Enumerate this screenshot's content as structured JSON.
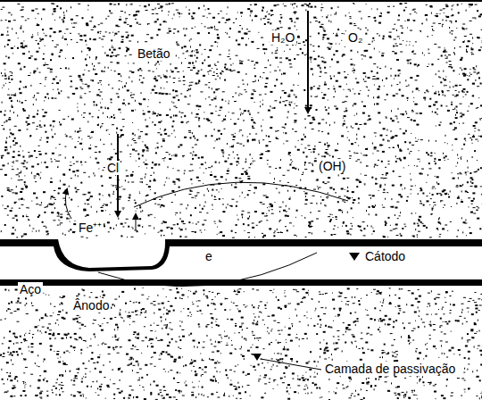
{
  "diagram": {
    "labels": [
      "Betão",
      "H₂O",
      "O₂",
      "Cl",
      "(OH)",
      "Fe⁺⁺",
      "e",
      "Cátodo",
      "Aço",
      "Ânodo",
      "Camada de passivação"
    ]
  }
}
